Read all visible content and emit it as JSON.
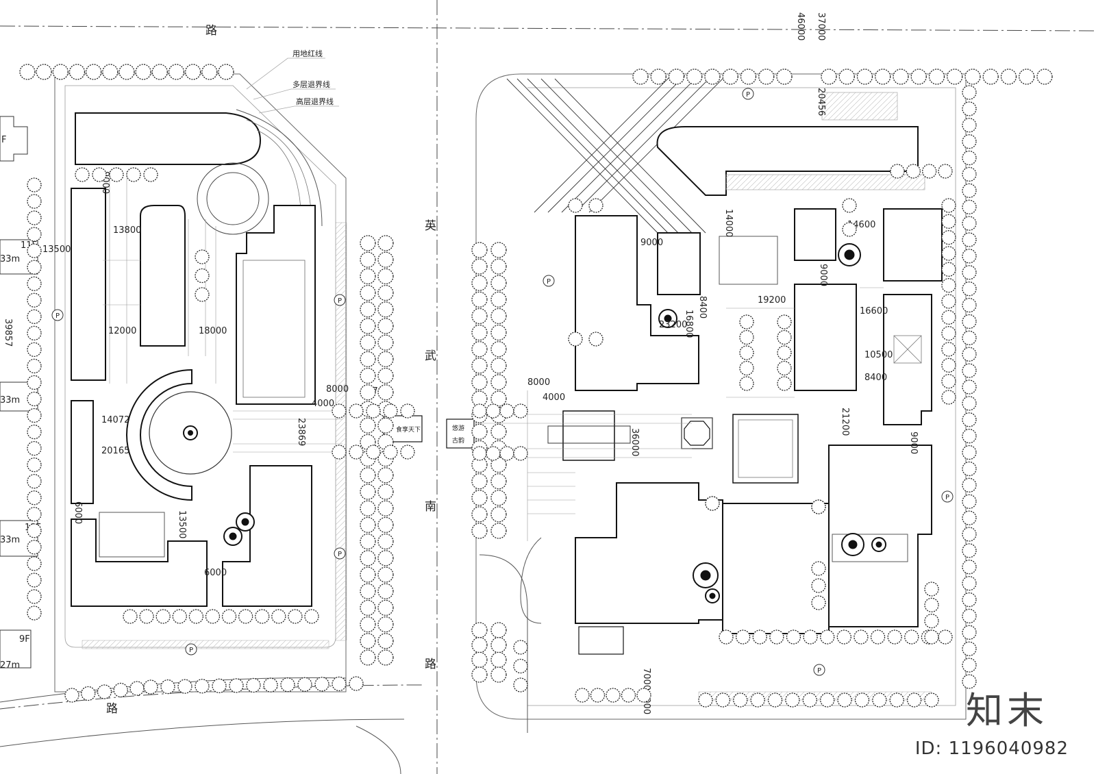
{
  "road_labels": {
    "top_left": "路",
    "bottom_left": "路",
    "center_ying": "英",
    "center_wu": "武",
    "center_nan": "南",
    "center_lu": "路"
  },
  "legend": {
    "red_line": "用地红线",
    "multi_setback": "多层退界线",
    "high_setback": "高层退界线"
  },
  "gate_labels": {
    "left_gate": "食享天下",
    "right_gate_1": "悠游",
    "right_gate_2": "古韵"
  },
  "neighbors": {
    "f11_a": "11F",
    "f11_b": "11F",
    "f9": "9F",
    "h33_a": "33m",
    "h33_b": "33m",
    "h33_c": "33m",
    "h27": "27m",
    "f_top": "F"
  },
  "dims_left": {
    "d9000": "9000",
    "d13800": "13800",
    "d13500": "13500",
    "d12000": "12000",
    "d18000": "18000",
    "d39857": "39857",
    "d14072": "14072",
    "d20165": "20165",
    "d6000a": "6000",
    "d13500b": "13500",
    "d6000b": "6000",
    "d23869": "23869",
    "d8000": "8000",
    "d4000": "4000",
    "d13700": "13700"
  },
  "dims_right": {
    "d46000": "46000",
    "d37000": "37000",
    "d20456": "20456",
    "d9000a": "9000",
    "d14600": "14600",
    "d9000b": "9000",
    "d19200": "19200",
    "d16600": "16600",
    "d8400a": "8400",
    "d16800": "16800",
    "d23200": "23200",
    "d10500": "10500",
    "d8400b": "8400",
    "d8000": "8000",
    "d4000": "4000",
    "d21200": "21200",
    "d36000": "36000",
    "d9000c": "9000",
    "d7000": "7000",
    "d6000": "6000",
    "d14000": "14000"
  },
  "parking_symbol": "P",
  "watermark": {
    "logo": "知末",
    "id": "ID: 1196040982"
  },
  "colors": {
    "line": "#1a1a1a",
    "thin_line": "#777777",
    "tree_fill": "#ffffff",
    "background": "#ffffff"
  }
}
